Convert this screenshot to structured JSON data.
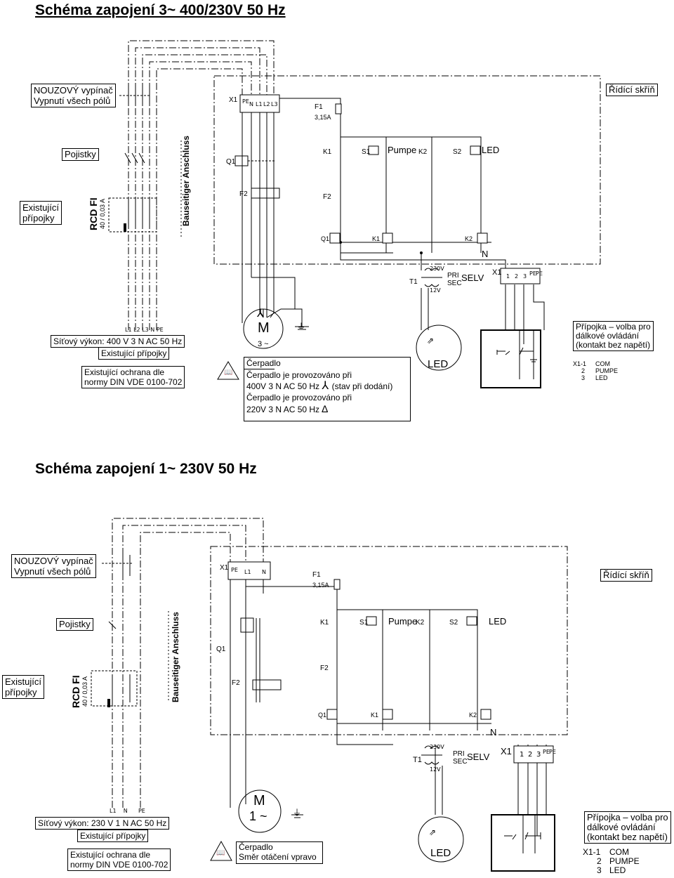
{
  "schema1": {
    "title": "Schéma zapojení 3~ 400/230V 50 Hz",
    "emergency_line1": "NOUZOVÝ vypínač",
    "emergency_line2": "Vypnutí všech pólů",
    "control_cabinet": "Řídící skříň",
    "fuses": "Pojistky",
    "existing1": "Existující",
    "existing2": "přípojky",
    "rcd": "RCD  FI",
    "rcd_rating": "40 / 0,03 A",
    "site_connection": "Bauseitiger Anschluss",
    "x1": "X1",
    "terminals": [
      "PE",
      "N",
      "L1",
      "L2",
      "L3"
    ],
    "f1": "F1",
    "f1_rating": "3,15A",
    "q1": "Q1",
    "f2": "F2",
    "k1": "K1",
    "k2": "K2",
    "s1": "S1",
    "s2": "S2",
    "pumpe": "Pumpe",
    "led_label": "LED",
    "n_label": "N",
    "t1": "T1",
    "pri": "PRI",
    "sec": "SEC",
    "selv": "SELV",
    "v230": "230V",
    "v12": "12V",
    "x1_terms": [
      "1",
      "2",
      "3",
      "PE",
      "PE"
    ],
    "supply_line": "Síťový výkon: 400 V 3 N AC 50 Hz",
    "supply_existing": "Existující přípojky",
    "protection_line1": "Existující ochrana dle",
    "protection_line2": "normy DIN VDE 0100-702",
    "motor_m": "M",
    "motor_phase": "3 ~",
    "pump_label": "Čerpadlo",
    "pump_op1": "Čerpadlo je provozováno při",
    "pump_op2": "400V 3 N AC 50 Hz",
    "pump_op2b": "(stav při dodání)",
    "pump_op3": "Čerpadlo je provozováno při",
    "pump_op4": "220V 3 N AC 50 Hz",
    "remote_line1": "Přípojka – volba pro",
    "remote_line2": "dálkové ovládání",
    "remote_line3": "(kontakt bez napětí)",
    "led_text": "LED",
    "legend": [
      [
        "X1-1",
        "COM"
      ],
      [
        "2",
        "PUMPE"
      ],
      [
        "3",
        "LED"
      ]
    ],
    "supply_terms": [
      "L1",
      "L2",
      "L3",
      "N",
      "PE"
    ]
  },
  "schema2": {
    "title": "Schéma zapojení 1~ 230V 50 Hz",
    "emergency_line1": "NOUZOVÝ vypínač",
    "emergency_line2": "Vypnutí všech pólů",
    "control_cabinet": "Řídící skříň",
    "fuses": "Pojistky",
    "existing1": "Existující",
    "existing2": "přípojky",
    "rcd": "RCD  FI",
    "rcd_rating": "40 / 0,03 A",
    "site_connection": "Bauseitiger Anschluss",
    "x1": "X1",
    "terminals": [
      "PE",
      "L1",
      "N"
    ],
    "supply_line": "Síťový výkon: 230 V 1 N AC 50 Hz",
    "supply_existing": "Existující přípojky",
    "protection_line1": "Existující ochrana dle",
    "protection_line2": "normy DIN VDE 0100-702",
    "motor_m": "M",
    "motor_phase": "1 ~",
    "pump_label": "Čerpadlo",
    "rotation": "Směr otáčení vpravo",
    "remote_line1": "Přípojka – volba pro",
    "remote_line2": "dálkové ovládání",
    "remote_line3": "(kontakt bez napětí)",
    "led_text": "LED",
    "legend": [
      [
        "X1-1",
        "COM"
      ],
      [
        "2",
        "PUMPE"
      ],
      [
        "3",
        "LED"
      ]
    ],
    "supply_terms": [
      "L1",
      "N",
      "PE"
    ]
  }
}
